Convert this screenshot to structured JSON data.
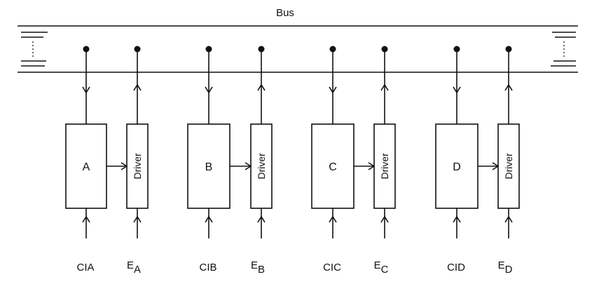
{
  "bus": {
    "label": "Bus"
  },
  "units": [
    {
      "block": "A",
      "driver": "Driver",
      "control": "CIA",
      "enable": "E",
      "enable_sub": "A"
    },
    {
      "block": "B",
      "driver": "Driver",
      "control": "CIB",
      "enable": "E",
      "enable_sub": "B"
    },
    {
      "block": "C",
      "driver": "Driver",
      "control": "CIC",
      "enable": "E",
      "enable_sub": "C"
    },
    {
      "block": "D",
      "driver": "Driver",
      "control": "CID",
      "enable": "E",
      "enable_sub": "D"
    }
  ]
}
